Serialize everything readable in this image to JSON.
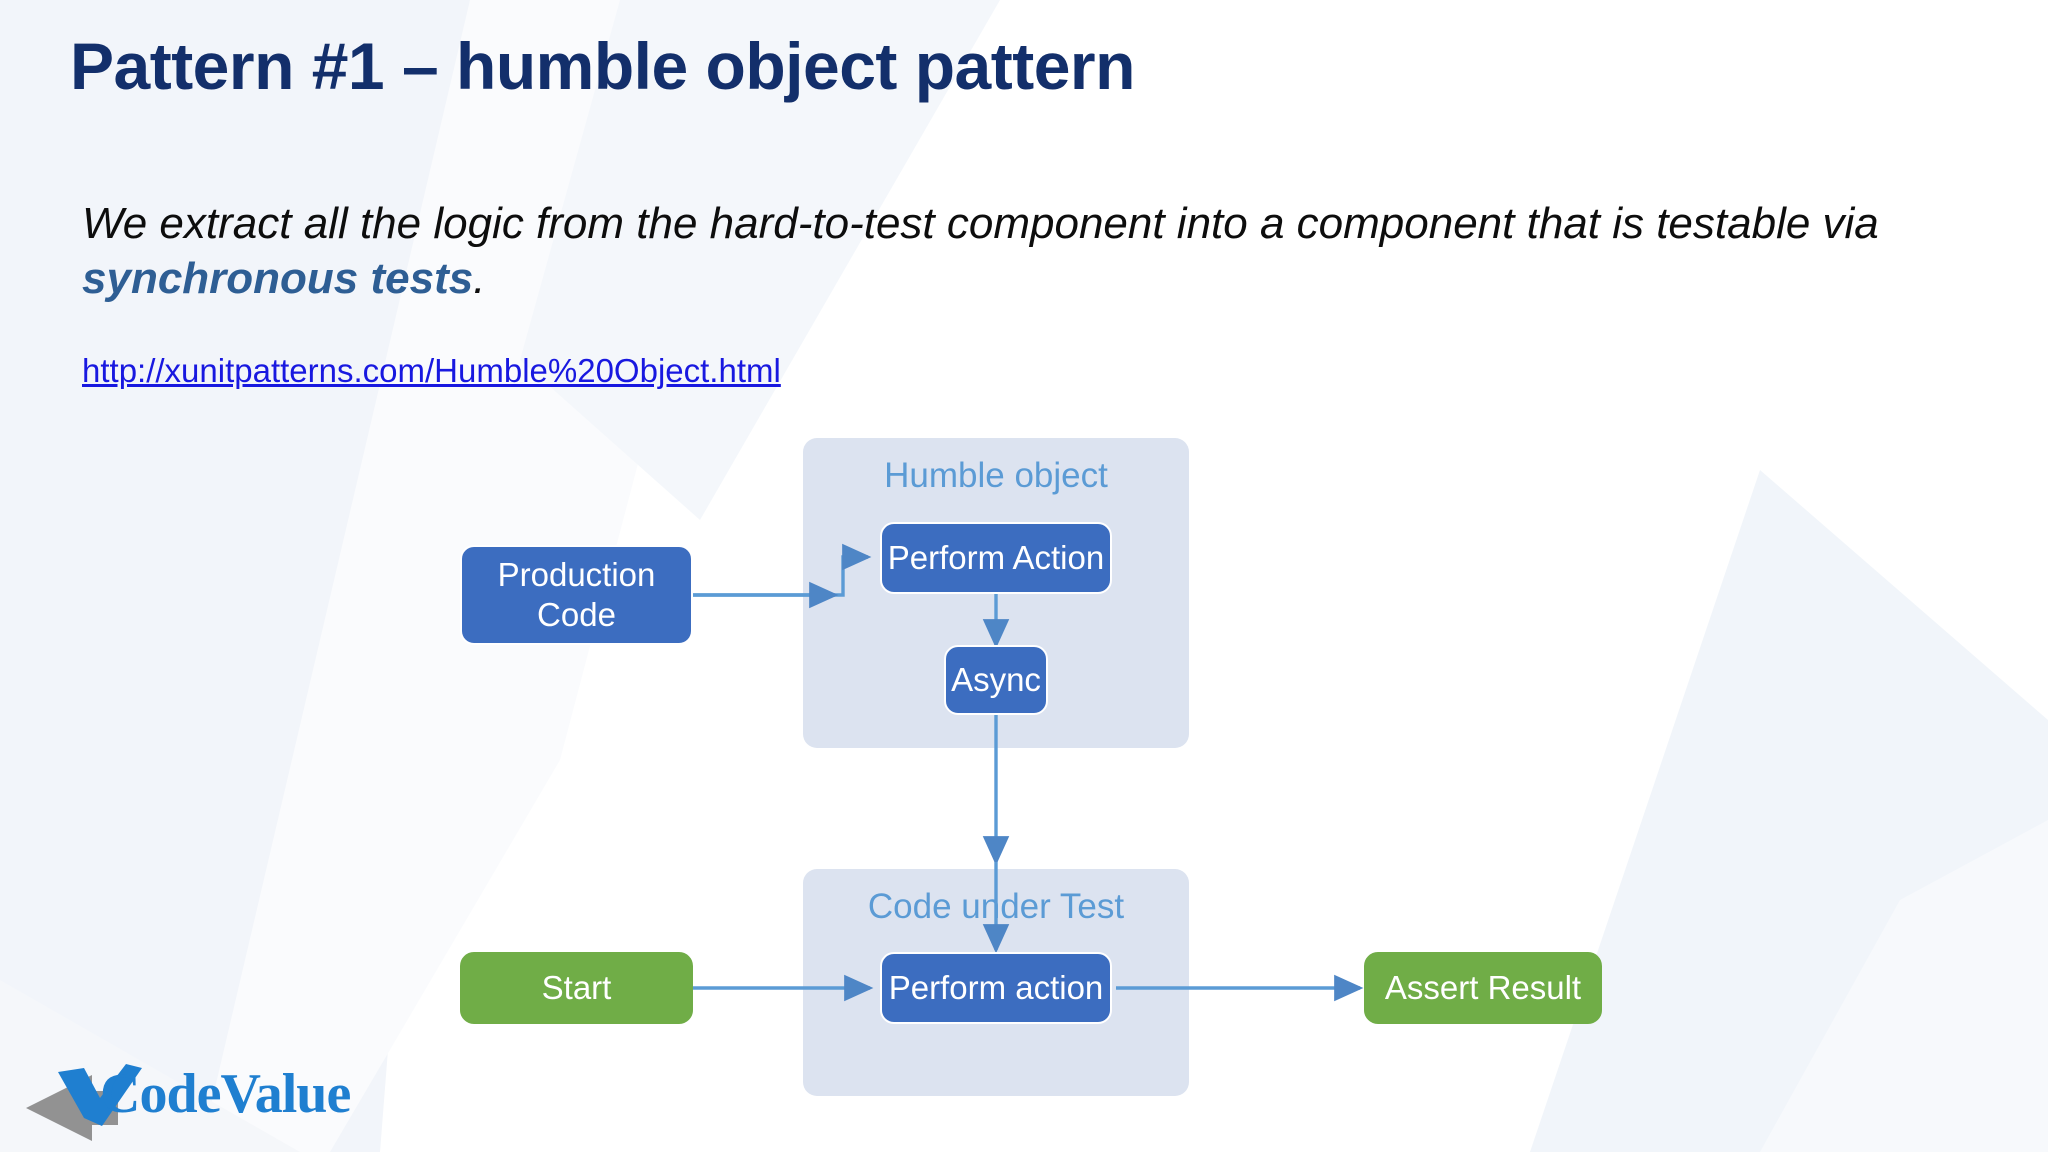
{
  "slide": {
    "title": "Pattern #1 – humble object pattern",
    "body": {
      "lead": "We extract all the logic from the hard-to-test component into a component that is testable via ",
      "accent": "synchronous tests",
      "tail": "."
    },
    "link": {
      "text": "http://xunitpatterns.com/Humble%20Object.html"
    }
  },
  "diagram": {
    "groups": [
      {
        "id": "humble-object",
        "label": "Humble object"
      },
      {
        "id": "code-under-test",
        "label": "Code under Test"
      }
    ],
    "nodes": [
      {
        "id": "production-code",
        "label": "Production Code",
        "color": "#3C6DC0",
        "kind": "blue"
      },
      {
        "id": "perform-action-humble",
        "label": "Perform Action",
        "color": "#3C6DC0",
        "kind": "blue"
      },
      {
        "id": "async",
        "label": "Async",
        "color": "#3C6DC0",
        "kind": "blue"
      },
      {
        "id": "start",
        "label": "Start",
        "color": "#70AD47",
        "kind": "green"
      },
      {
        "id": "perform-action-test",
        "label": "Perform action",
        "color": "#3C6DC0",
        "kind": "blue"
      },
      {
        "id": "assert-result",
        "label": "Assert Result",
        "color": "#70AD47",
        "kind": "green"
      }
    ],
    "connector_color": "#5B9BD5"
  },
  "branding": {
    "logo_text": "CodeValue",
    "logo_text_color": "#1F7FD0",
    "logo_arrow_color": "#8C8C8C",
    "logo_check_color": "#1F7FD0"
  },
  "colors": {
    "title": "#132F6B",
    "accent_blue": "#2E5E94",
    "link": "#1818E0",
    "group_fill": "#DCE3F0",
    "group_label": "#5B9BD5",
    "node_blue": "#3C6DC0",
    "node_green": "#70AD47",
    "background": "#FFFFFF"
  }
}
